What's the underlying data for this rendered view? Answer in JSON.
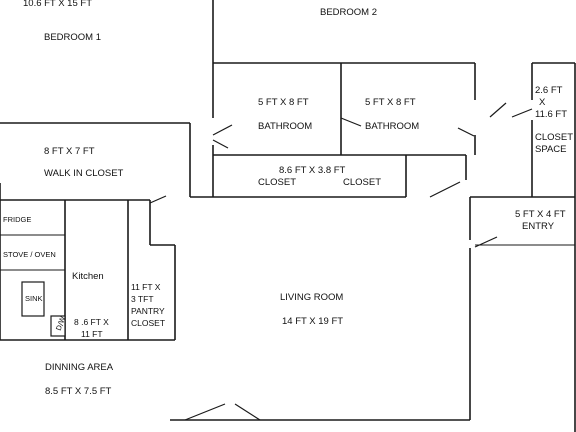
{
  "rooms": {
    "bedroom1": {
      "dims": "10.6 FT  X 15 FT",
      "name": "BEDROOM  1"
    },
    "bedroom2": {
      "name": "BEDROOM 2"
    },
    "bathroom_left": {
      "dims": "5 FT X 8 FT",
      "name": "BATHROOM"
    },
    "bathroom_right": {
      "dims": "5 FT X  8 FT",
      "name": "BATHROOM"
    },
    "closet_space": {
      "dims_line1": "2.6 FT",
      "dims_line2": "X",
      "dims_line3": "11.6 FT",
      "name_line1": "CLOSET",
      "name_line2": "SPACE"
    },
    "walk_in_closet": {
      "dims": "8 FT  X  7 FT",
      "name": "WALK IN CLOSET"
    },
    "hall_closets": {
      "dims": "8.6 FT  X 3.8 FT",
      "left_name": "CLOSET",
      "right_name": "CLOSET"
    },
    "entry": {
      "dims": "5 FT X 4 FT",
      "name": "ENTRY"
    },
    "fridge": {
      "name": "FRIDGE"
    },
    "stove": {
      "name": "STOVE / OVEN"
    },
    "sink": {
      "name": "SINK"
    },
    "dishwasher": {
      "name": "D/W"
    },
    "kitchen": {
      "name": "Kitchen",
      "dims_line1": "8 .6 FT X",
      "dims_line2": "11 FT"
    },
    "pantry": {
      "line1": "11 FT  X",
      "line2": "3 TFT",
      "line3": "PANTRY",
      "line4": "CLOSET"
    },
    "living_room": {
      "name": "LIVING ROOM",
      "dims": "14 FT  X 19 FT"
    },
    "dining_area": {
      "name": "DINNING AREA",
      "dims": "8.5 FT X 7.5 FT"
    }
  }
}
